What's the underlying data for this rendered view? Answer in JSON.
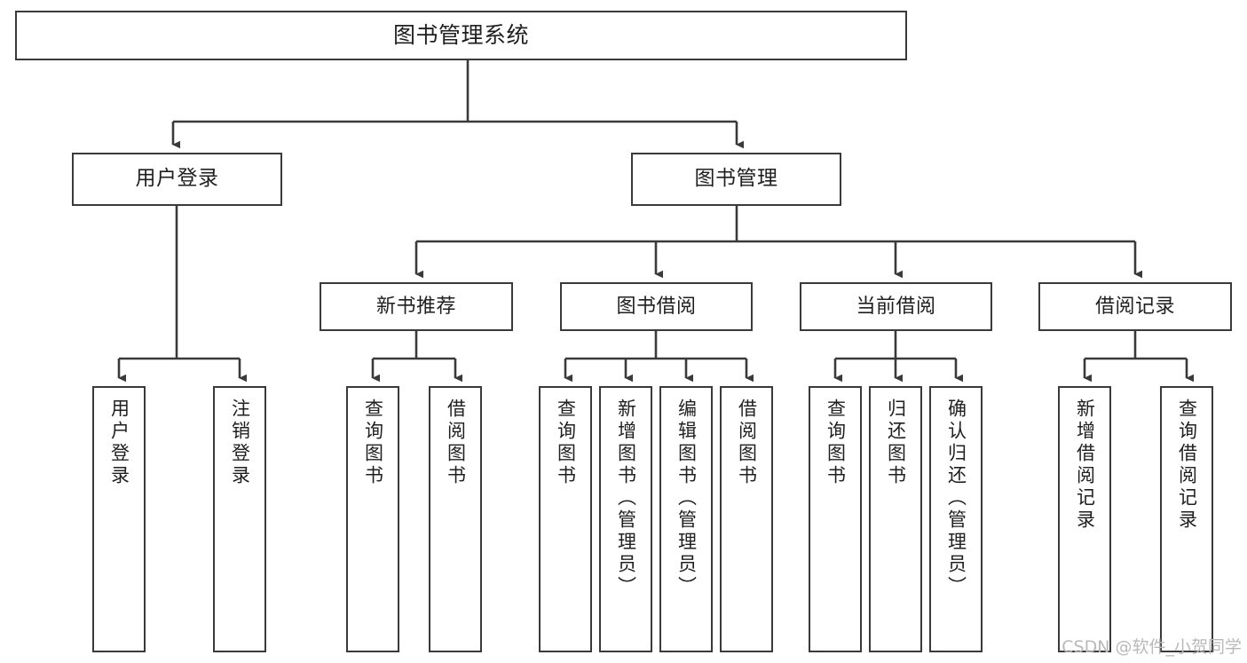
{
  "diagram": {
    "type": "tree-hierarchy",
    "orientation": "top-down",
    "root": {
      "id": "root",
      "label": "图书管理系统"
    },
    "level1": [
      {
        "id": "user-login",
        "label": "用户登录"
      },
      {
        "id": "book-management",
        "label": "图书管理"
      }
    ],
    "level2": [
      {
        "id": "new-book-recommend",
        "label": "新书推荐",
        "parent": "book-management"
      },
      {
        "id": "book-borrow",
        "label": "图书借阅",
        "parent": "book-management"
      },
      {
        "id": "current-borrow",
        "label": "当前借阅",
        "parent": "book-management"
      },
      {
        "id": "borrow-record",
        "label": "借阅记录",
        "parent": "book-management"
      }
    ],
    "leaves": [
      {
        "id": "leaf-user-login",
        "label": "用户登录",
        "parent": "user-login"
      },
      {
        "id": "leaf-logout-login",
        "label": "注销登录",
        "parent": "user-login"
      },
      {
        "id": "leaf-query-book-1",
        "label": "查询图书",
        "parent": "new-book-recommend"
      },
      {
        "id": "leaf-borrow-book-1",
        "label": "借阅图书",
        "parent": "new-book-recommend"
      },
      {
        "id": "leaf-query-book-2",
        "label": "查询图书",
        "parent": "book-borrow"
      },
      {
        "id": "leaf-add-book",
        "label": "新增图书（管理员）",
        "parent": "book-borrow"
      },
      {
        "id": "leaf-edit-book",
        "label": "编辑图书（管理员）",
        "parent": "book-borrow"
      },
      {
        "id": "leaf-borrow-book-2",
        "label": "借阅图书",
        "parent": "book-borrow"
      },
      {
        "id": "leaf-query-book-3",
        "label": "查询图书",
        "parent": "current-borrow"
      },
      {
        "id": "leaf-return-book",
        "label": "归还图书",
        "parent": "current-borrow"
      },
      {
        "id": "leaf-confirm-return",
        "label": "确认归还（管理员）",
        "parent": "current-borrow"
      },
      {
        "id": "leaf-add-record",
        "label": "新增借阅记录",
        "parent": "borrow-record"
      },
      {
        "id": "leaf-query-record",
        "label": "查询借阅记录",
        "parent": "borrow-record"
      }
    ]
  },
  "watermark": {
    "text": "CSDN @软件_小贺同学"
  },
  "colors": {
    "stroke": "#3a3a3a",
    "fill": "#ffffff",
    "text": "#1f1f1f",
    "watermark": "#b9b9b9"
  }
}
